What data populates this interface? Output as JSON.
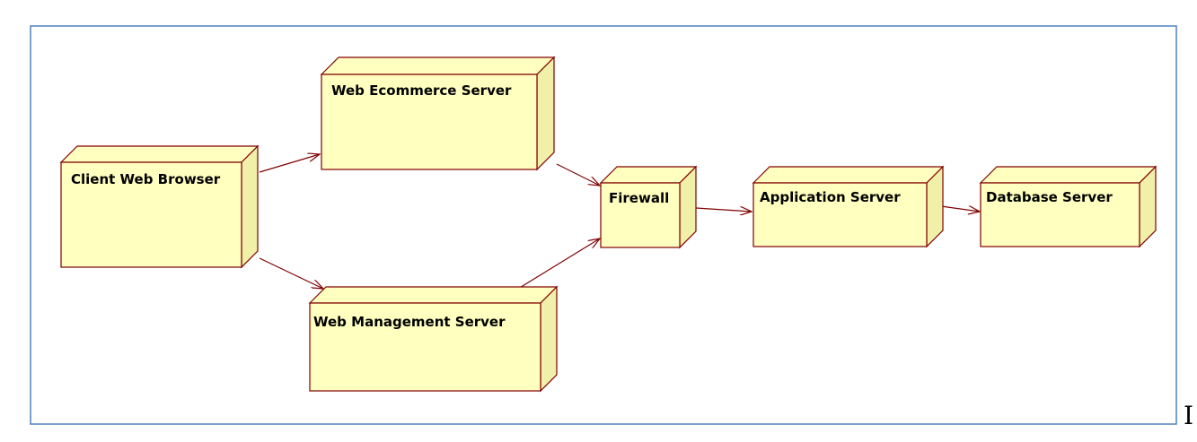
{
  "colors": {
    "node_fill": "#ffffc0",
    "node_side": "#f0f0a8",
    "node_stroke": "#800000",
    "edge_stroke": "#800000",
    "frame_stroke": "#4f81bd"
  },
  "nodes": {
    "client_web_browser": "Client Web Browser",
    "web_ecommerce_server": "Web Ecommerce Server",
    "web_management_server": "Web Management Server",
    "firewall": "Firewall",
    "application_server": "Application Server",
    "database_server": "Database Server"
  },
  "edges": [
    {
      "from": "client_web_browser",
      "to": "web_ecommerce_server"
    },
    {
      "from": "client_web_browser",
      "to": "web_management_server"
    },
    {
      "from": "web_ecommerce_server",
      "to": "firewall"
    },
    {
      "from": "web_management_server",
      "to": "firewall"
    },
    {
      "from": "firewall",
      "to": "application_server"
    },
    {
      "from": "application_server",
      "to": "database_server"
    }
  ],
  "trailing_glyph": "I"
}
